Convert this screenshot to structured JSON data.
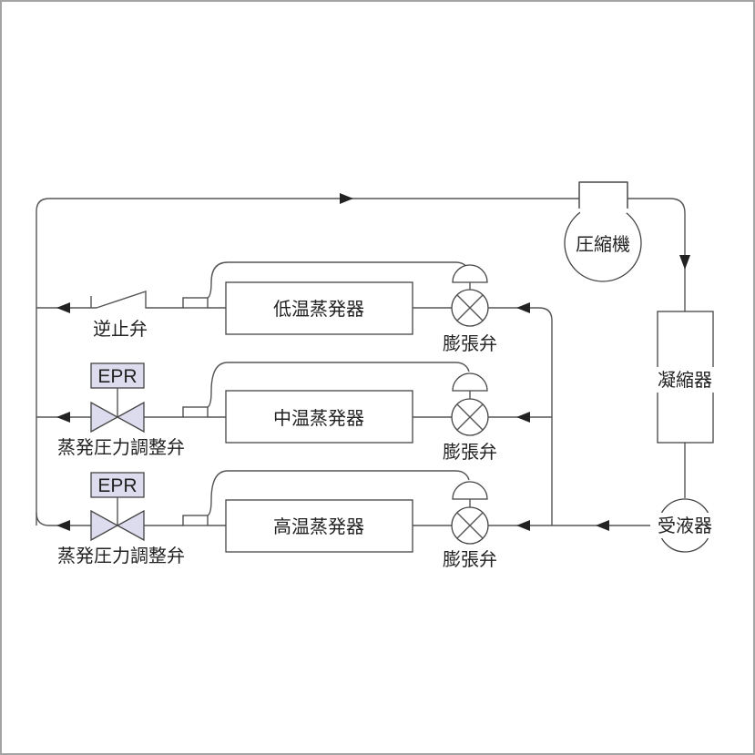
{
  "diagram": {
    "type": "refrigeration-circuit",
    "components": {
      "compressor": "圧縮機",
      "condenser": "凝縮器",
      "receiver": "受液器",
      "evaporator_low": "低温蒸発器",
      "evaporator_mid": "中温蒸発器",
      "evaporator_high": "高温蒸発器",
      "expansion_valve": "膨張弁",
      "check_valve": "逆止弁",
      "epr_tag": "EPR",
      "epr_valve": "蒸発圧力調整弁"
    },
    "branches": [
      {
        "evaporator": "低温蒸発器",
        "outlet_valve": "逆止弁"
      },
      {
        "evaporator": "中温蒸発器",
        "outlet_valve": "蒸発圧力調整弁"
      },
      {
        "evaporator": "高温蒸発器",
        "outlet_valve": "蒸発圧力調整弁"
      }
    ],
    "colors": {
      "line": "#555555",
      "epr_fill": "#dcdcee",
      "frame_border": "#a3a3a3"
    }
  }
}
